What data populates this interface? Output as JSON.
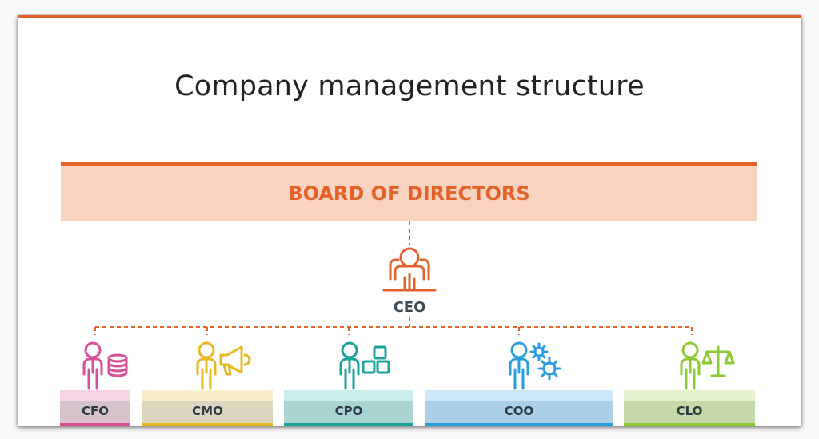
{
  "title": "Company management structure",
  "board": {
    "label": "BOARD OF DIRECTORS",
    "color": "#e2622a",
    "fill": "#f9d2c0"
  },
  "ceo": {
    "label": "CEO",
    "icon": "ceo-person-at-desk-icon",
    "color": "#e2622a"
  },
  "roles": [
    {
      "label": "CFO",
      "icon": "person-with-coins-icon",
      "color": "#d94f95",
      "tint": "#f6d3e5",
      "band": "#d8c3cd",
      "line": "#d94f95"
    },
    {
      "label": "CMO",
      "icon": "person-with-megaphone-icon",
      "color": "#e8b820",
      "tint": "#f9ecca",
      "band": "#ddd6bf",
      "line": "#e8b820"
    },
    {
      "label": "CPO",
      "icon": "person-with-boxes-icon",
      "color": "#1aa39b",
      "tint": "#c9eeec",
      "band": "#a9d4d1",
      "line": "#1aa39b"
    },
    {
      "label": "COO",
      "icon": "person-with-gears-icon",
      "color": "#2a9de0",
      "tint": "#cde7f7",
      "band": "#abcfe6",
      "line": "#2a9de0"
    },
    {
      "label": "CLO",
      "icon": "person-with-scales-icon",
      "color": "#8ccb2e",
      "tint": "#e5f4ce",
      "band": "#c5d8a9",
      "line": "#8ccb2e"
    }
  ]
}
